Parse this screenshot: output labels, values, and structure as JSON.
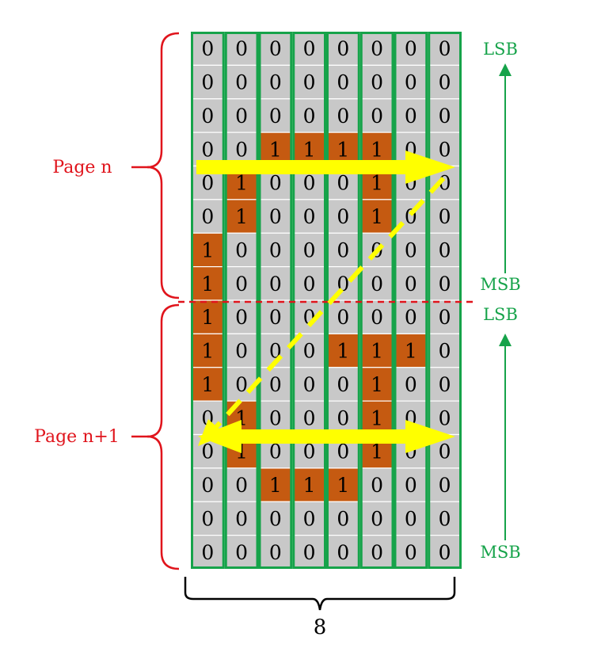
{
  "diagram": {
    "grid": {
      "rows": [
        [
          0,
          0,
          0,
          0,
          0,
          0,
          0,
          0
        ],
        [
          0,
          0,
          0,
          0,
          0,
          0,
          0,
          0
        ],
        [
          0,
          0,
          0,
          0,
          0,
          0,
          0,
          0
        ],
        [
          0,
          0,
          1,
          1,
          1,
          1,
          0,
          0
        ],
        [
          0,
          1,
          0,
          0,
          0,
          1,
          0,
          0
        ],
        [
          0,
          1,
          0,
          0,
          0,
          1,
          0,
          0
        ],
        [
          1,
          0,
          0,
          0,
          0,
          0,
          0,
          0
        ],
        [
          1,
          0,
          0,
          0,
          0,
          0,
          0,
          0
        ],
        [
          1,
          0,
          0,
          0,
          0,
          0,
          0,
          0
        ],
        [
          1,
          0,
          0,
          0,
          1,
          1,
          1,
          0
        ],
        [
          1,
          0,
          0,
          0,
          0,
          1,
          0,
          0
        ],
        [
          0,
          1,
          0,
          0,
          0,
          1,
          0,
          0
        ],
        [
          0,
          1,
          0,
          0,
          0,
          1,
          0,
          0
        ],
        [
          0,
          0,
          1,
          1,
          1,
          0,
          0,
          0
        ],
        [
          0,
          0,
          0,
          0,
          0,
          0,
          0,
          0
        ],
        [
          0,
          0,
          0,
          0,
          0,
          0,
          0,
          0
        ]
      ]
    },
    "page_labels": {
      "page_n": "Page n",
      "page_n1": "Page n+1"
    },
    "bit_labels": {
      "page_n_top": "LSB",
      "page_n_bottom": "MSB",
      "page_n1_top": "LSB",
      "page_n1_bottom": "MSB"
    },
    "width_label": "8",
    "colors": {
      "cell_zero": "#c8c8c8",
      "cell_one": "#c55a11",
      "column_border": "#16a34a",
      "cell_line": "#ffffff",
      "page_brace": "#e0141c",
      "page_divider": "#e0141c",
      "scan_arrow": "#ffff00",
      "bit_arrow": "#16a34a",
      "bottom_brace": "#000000"
    }
  }
}
